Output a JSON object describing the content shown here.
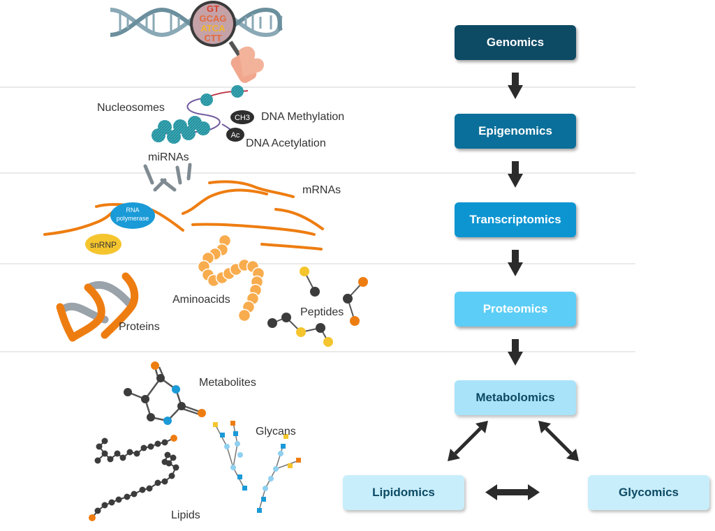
{
  "omics": {
    "genomics": "Genomics",
    "epigenomics": "Epigenomics",
    "transcriptomics": "Transcriptomics",
    "proteomics": "Proteomics",
    "metabolomics": "Metabolomics",
    "lipidomics": "Lipidomics",
    "glycomics": "Glycomics"
  },
  "labels": {
    "nucleosomes": "Nucleosomes",
    "dna_methylation": "DNA Methylation",
    "dna_acetylation": "DNA Acetylation",
    "ch3": "CH3",
    "ac": "Ac",
    "mirnas": "miRNAs",
    "mrnas": "mRNAs",
    "rna_polymerase_1": "RNA",
    "rna_polymerase_2": "polymerase",
    "snrnp": "snRNP",
    "proteins": "Proteins",
    "aminoacids": "Aminoacids",
    "peptides": "Peptides",
    "metabolites": "Metabolites",
    "glycans": "Glycans",
    "lipids": "Lipids",
    "dna_letters": [
      "GT",
      "GCAG",
      "ATCA",
      "CTT"
    ]
  },
  "colors": {
    "genomics": "#0d4a64",
    "epigenomics": "#0a6f9a",
    "transcriptomics": "#0d95d2",
    "proteomics": "#5ccdf6",
    "metabolomics": "#a9e3f9",
    "lipidomics": "#c8eefb",
    "glycomics": "#c8eefb",
    "dark_text": "#0d4a64",
    "arrow": "#2b2b2b",
    "orange": "#ee7d11",
    "grey": "#8e9aa3",
    "amino": "#f8ac4d",
    "node_dark": "#3c3c3c",
    "node_yellow": "#f5c52e",
    "node_blue": "#1a9ad7",
    "teal_nucleosome": "#2aa6b5"
  }
}
